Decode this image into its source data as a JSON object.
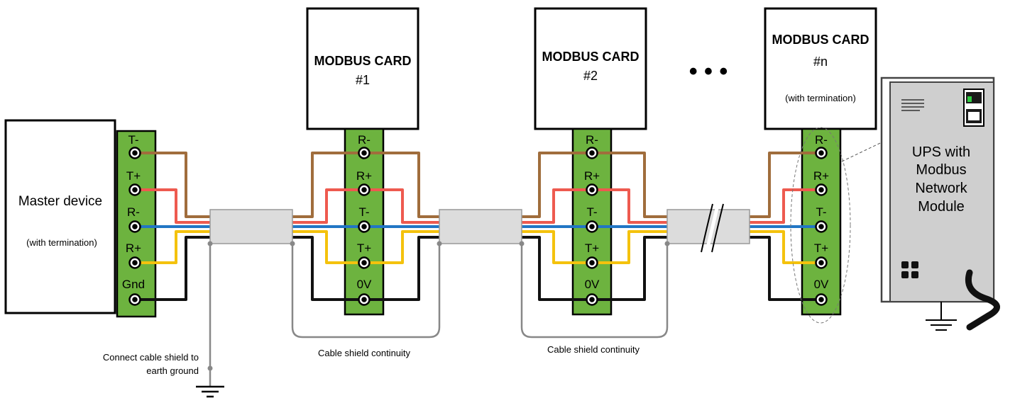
{
  "master": {
    "label": "Master device",
    "note": "(with termination)",
    "terminals": [
      "T-",
      "T+",
      "R-",
      "R+",
      "Gnd"
    ]
  },
  "cards": [
    {
      "title": "MODBUS CARD",
      "number": "#1",
      "note": "",
      "terminals": [
        "R-",
        "R+",
        "T-",
        "T+",
        "0V"
      ]
    },
    {
      "title": "MODBUS CARD",
      "number": "#2",
      "note": "",
      "terminals": [
        "R-",
        "R+",
        "T-",
        "T+",
        "0V"
      ]
    },
    {
      "title": "MODBUS CARD",
      "number": "#n",
      "note": "(with termination)",
      "terminals": [
        "R-",
        "R+",
        "T-",
        "T+",
        "0V"
      ]
    }
  ],
  "ellipsis": "• • •",
  "ups": {
    "lines": [
      "UPS with",
      "Modbus",
      "Network",
      "Module"
    ]
  },
  "labels": {
    "ground_line1": "Connect cable shield to",
    "ground_line2": "earth ground",
    "shield_continuity": "Cable shield continuity"
  },
  "colors": {
    "terminal_block": "#6db33f",
    "wire_brown": "#a06d3c",
    "wire_red": "#ee5a4f",
    "wire_blue": "#2176c5",
    "wire_yellow": "#f4c20d",
    "wire_black": "#111111",
    "cable_jacket": "#dcdcdc",
    "shield_wire": "#888888",
    "ups_body": "#cfcfcf"
  }
}
